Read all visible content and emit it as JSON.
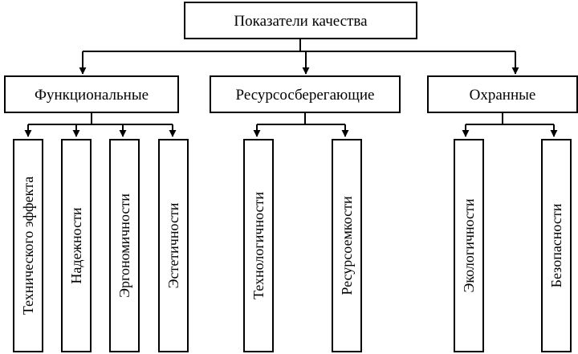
{
  "root": {
    "label": "Показатели качества"
  },
  "groups": [
    {
      "label": "Функциональные",
      "children": [
        "Технического эффекта",
        "Надежности",
        "Эргономичности",
        "Эстетичности"
      ]
    },
    {
      "label": "Ресурсосберегающие",
      "children": [
        "Технологичности",
        "Ресурсоемкости"
      ]
    },
    {
      "label": "Охранные",
      "children": [
        "Экологичности",
        "Безопасности"
      ]
    }
  ]
}
